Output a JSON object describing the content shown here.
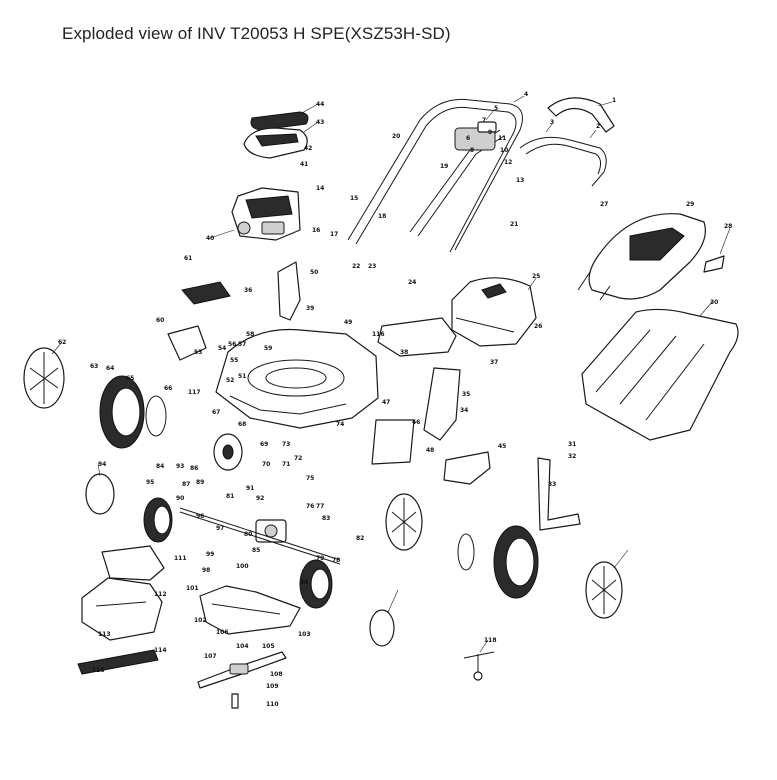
{
  "title": "Exploded view of INV T20053 H SPE(XSZ53H-SD)",
  "callouts": [
    "1",
    "2",
    "3",
    "4",
    "5",
    "6",
    "7",
    "8",
    "9",
    "10",
    "11",
    "12",
    "13",
    "14",
    "15",
    "16",
    "17",
    "18",
    "19",
    "20",
    "21",
    "22",
    "23",
    "24",
    "25",
    "26",
    "27",
    "28",
    "29",
    "30",
    "31",
    "32",
    "33",
    "34",
    "35",
    "36",
    "37",
    "38",
    "39",
    "40",
    "41",
    "42",
    "43",
    "44",
    "45",
    "46",
    "47",
    "48",
    "49",
    "50",
    "51",
    "52",
    "53",
    "54",
    "55",
    "56",
    "57",
    "58",
    "59",
    "60",
    "61",
    "62",
    "63",
    "64",
    "65",
    "66",
    "67",
    "68",
    "69",
    "70",
    "71",
    "72",
    "73",
    "74",
    "75",
    "76",
    "77",
    "78",
    "79",
    "80",
    "81",
    "82",
    "83",
    "84",
    "85",
    "86",
    "87",
    "88",
    "89",
    "90",
    "91",
    "92",
    "93",
    "94",
    "95",
    "96",
    "97",
    "98",
    "99",
    "100",
    "101",
    "102",
    "103",
    "104",
    "105",
    "106",
    "107",
    "108",
    "109",
    "110",
    "111",
    "112",
    "113",
    "114",
    "115",
    "116",
    "117",
    "118"
  ]
}
